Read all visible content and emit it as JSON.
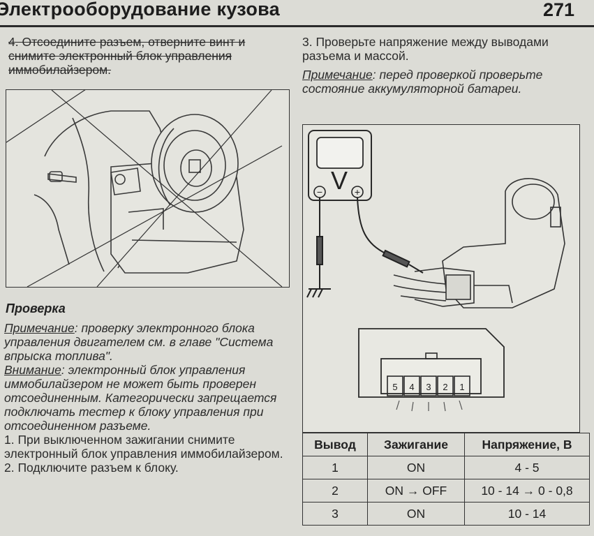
{
  "header": {
    "title": "Электрооборудование кузова",
    "page_number": "271"
  },
  "left": {
    "step4": "4. Отсоедините разъем, отверните винт и снимите электронный блок управления иммобилайзером.",
    "section_title": "Проверка",
    "note_label": "Примечание",
    "note_text": ": проверку электронного блока управления двигателем см. в главе \"Система впрыска топлива\".",
    "warning_label": "Внимание",
    "warning_text": ": электронный блок управления иммобилайзером не может быть проверен отсоединенным. Категорически запрещается подключать тестер к блоку управления при отсоединенном разъеме.",
    "step1": "1. При выключенном зажигании снимите электронный блок управления иммобилайзером.",
    "step2": "2. Подключите разъем к блоку."
  },
  "right": {
    "step3": "3. Проверьте напряжение между выводами разъема и массой.",
    "note_label": "Примечание",
    "note_text": ": перед проверкой проверьте состояние аккумуляторной батареи.",
    "meter_label": "V",
    "minus": "−",
    "plus": "+",
    "pins": [
      "5",
      "4",
      "3",
      "2",
      "1"
    ]
  },
  "table": {
    "headers": [
      "Вывод",
      "Зажигание",
      "Напряжение, В"
    ],
    "rows": [
      [
        "1",
        "ON",
        "4 - 5"
      ],
      [
        "2",
        "ON → OFF",
        "10 - 14 → 0 - 0,8"
      ],
      [
        "3",
        "ON",
        "10 - 14"
      ]
    ]
  }
}
